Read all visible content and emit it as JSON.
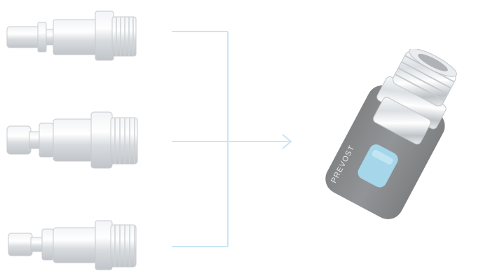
{
  "product": {
    "brand_text": "PREVOST",
    "accent_color": "#5fb6d8",
    "body_color": "#2b2f33",
    "metal_color": "#c9ced3"
  },
  "connectors": {
    "line_color": "#9fd0ea",
    "arrow_icon": "arrow-right-icon"
  },
  "plugs": [
    {
      "name": "plug-style-1"
    },
    {
      "name": "plug-style-2"
    },
    {
      "name": "plug-style-3"
    }
  ]
}
